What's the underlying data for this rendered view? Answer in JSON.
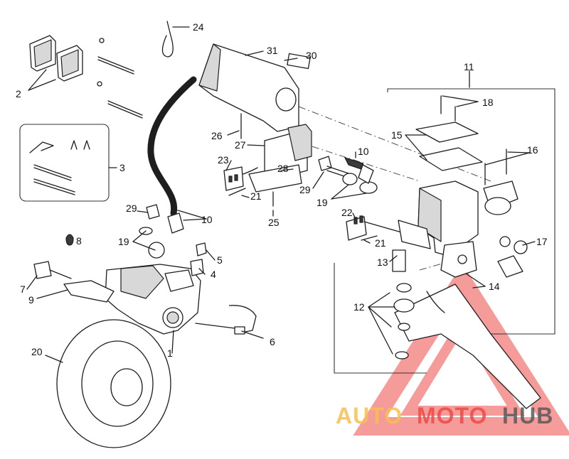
{
  "diagram": {
    "labels": {
      "l1": "1",
      "l2": "2",
      "l3": "3",
      "l4": "4",
      "l5": "5",
      "l6": "6",
      "l7": "7",
      "l8": "8",
      "l9": "9",
      "l10a": "10",
      "l10b": "10",
      "l11": "11",
      "l12": "12",
      "l13": "13",
      "l14": "14",
      "l15": "15",
      "l16": "16",
      "l17": "17",
      "l18": "18",
      "l19a": "19",
      "l19b": "19",
      "l20": "20",
      "l21a": "21",
      "l21b": "21",
      "l22": "22",
      "l23": "23",
      "l24": "24",
      "l25": "25",
      "l26": "26",
      "l27": "27",
      "l28": "28",
      "l29a": "29",
      "l29b": "29",
      "l30": "30",
      "l31": "31"
    }
  },
  "watermark": {
    "auto": "AUTO",
    "moto": "MOTO",
    "hub": "HUB",
    "colors": {
      "red": "#ee4a47",
      "yellow": "#f6c04f",
      "gray": "#5a5a5a"
    }
  }
}
